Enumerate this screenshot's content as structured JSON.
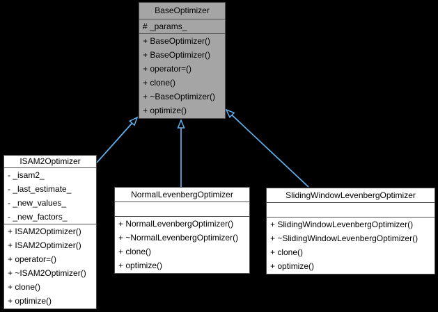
{
  "diagram": {
    "type": "uml-class-inheritance-graph",
    "colors": {
      "background": "#000000",
      "highlight_node_fill": "#a5a5a5",
      "node_fill": "#ffffff",
      "node_border": "#4c4c4c",
      "text": "#000000",
      "inheritance_arrow": "#60b2f0"
    },
    "classes": [
      {
        "name": "BaseOptimizer",
        "highlighted": true,
        "fields": [
          "# _params_"
        ],
        "methods": [
          "+ BaseOptimizer()",
          "+ BaseOptimizer()",
          "+ operator=()",
          "+ clone()",
          "+ ~BaseOptimizer()",
          "+ optimize()"
        ]
      },
      {
        "name": "ISAM2Optimizer",
        "highlighted": false,
        "fields": [
          "- _isam2_",
          "- _last_estimate_",
          "- _new_values_",
          "- _new_factors_"
        ],
        "methods": [
          "+ ISAM2Optimizer()",
          "+ ISAM2Optimizer()",
          "+ operator=()",
          "+ ~ISAM2Optimizer()",
          "+ clone()",
          "+ optimize()"
        ]
      },
      {
        "name": "NormalLevenbergOptimizer",
        "highlighted": false,
        "fields": [],
        "methods": [
          "+ NormalLevenbergOptimizer()",
          "+ ~NormalLevenbergOptimizer()",
          "+ clone()",
          "+ optimize()"
        ]
      },
      {
        "name": "SlidingWindowLevenbergOptimizer",
        "highlighted": false,
        "fields": [],
        "methods": [
          "+ SlidingWindowLevenbergOptimizer()",
          "+ ~SlidingWindowLevenbergOptimizer()",
          "+ clone()",
          "+ optimize()"
        ]
      }
    ],
    "edges": [
      {
        "from": "ISAM2Optimizer",
        "to": "BaseOptimizer",
        "relation": "public-inheritance"
      },
      {
        "from": "NormalLevenbergOptimizer",
        "to": "BaseOptimizer",
        "relation": "public-inheritance"
      },
      {
        "from": "SlidingWindowLevenbergOptimizer",
        "to": "BaseOptimizer",
        "relation": "public-inheritance"
      }
    ]
  }
}
